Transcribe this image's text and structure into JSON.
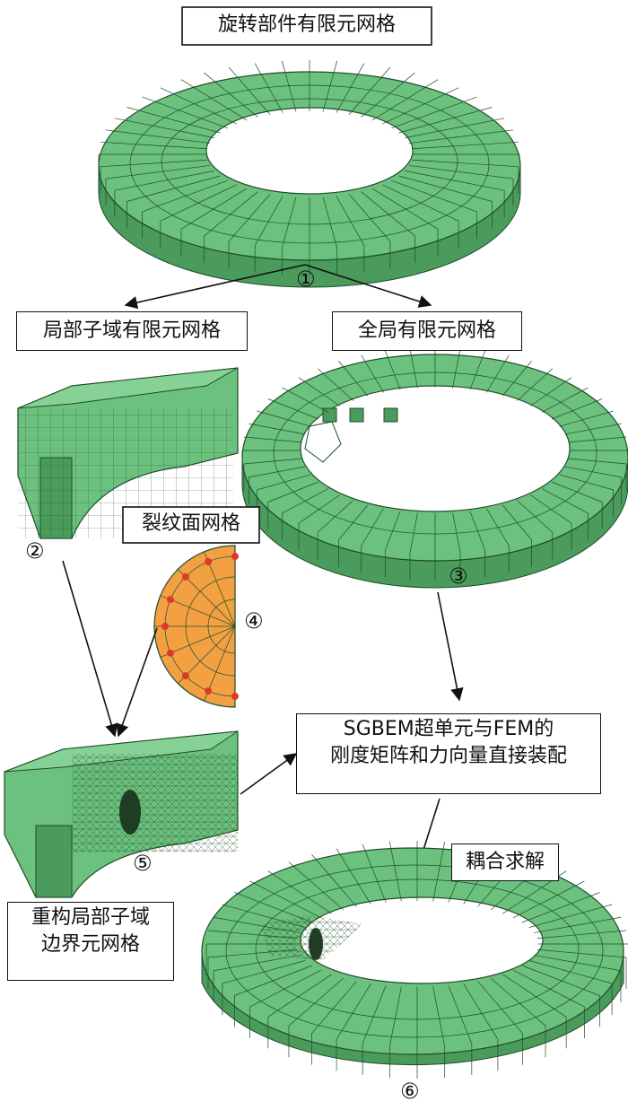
{
  "labels": {
    "top": "旋转部件有限元网格",
    "local_mesh": "局部子域有限元网格",
    "global_mesh": "全局有限元网格",
    "crack_mesh": "裂纹面网格",
    "assembly_line1": "SGBEM超单元与FEM的",
    "assembly_line2": "刚度矩阵和力向量直接装配",
    "coupled_solve": "耦合求解",
    "rebuild_line1": "重构局部子域",
    "rebuild_line2": "边界元网格"
  },
  "markers": {
    "m1": "①",
    "m2": "②",
    "m3": "③",
    "m4": "④",
    "m5": "⑤",
    "m6": "⑥"
  },
  "colors": {
    "mesh_green": "#6cc17e",
    "mesh_green_dark": "#4a9b5c",
    "mesh_line": "#1f4d2a",
    "crack_orange": "#f3a043",
    "crack_node": "#e0392b"
  }
}
